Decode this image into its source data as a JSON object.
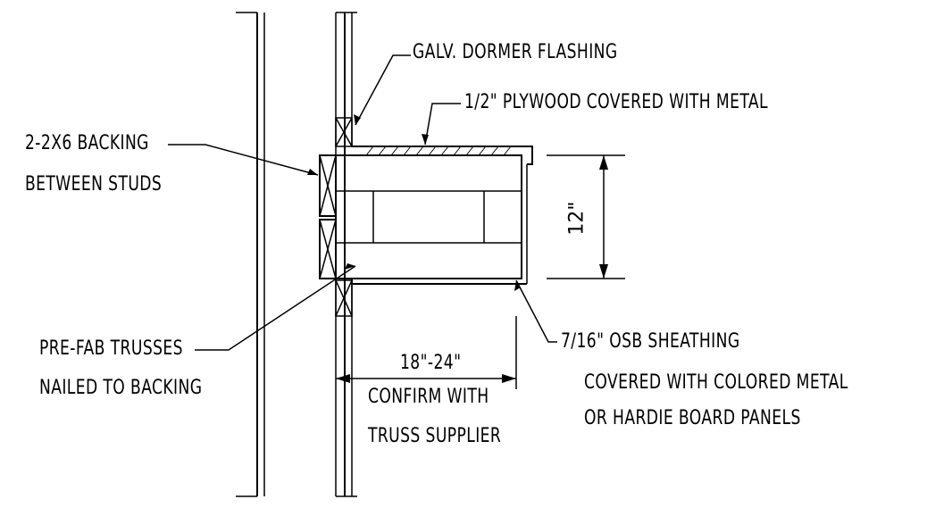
{
  "labels": {
    "flashing": "GALV. DORMER FLASHING",
    "plywood": "1/2\" PLYWOOD COVERED WITH METAL",
    "backing_1": "2-2X6 BACKING",
    "backing_2": "BETWEEN STUDS",
    "trusses_1": "PRE-FAB TRUSSES",
    "trusses_2": "NAILED TO BACKING",
    "osb_1": "7/16\" OSB SHEATHING",
    "osb_2": "COVERED WITH COLORED METAL",
    "osb_3": "OR HARDIE BOARD PANELS",
    "depth_dim": "18\"-24\"",
    "confirm_1": "CONFIRM WITH",
    "confirm_2": "TRUSS SUPPLIER",
    "height_dim": "12\""
  }
}
